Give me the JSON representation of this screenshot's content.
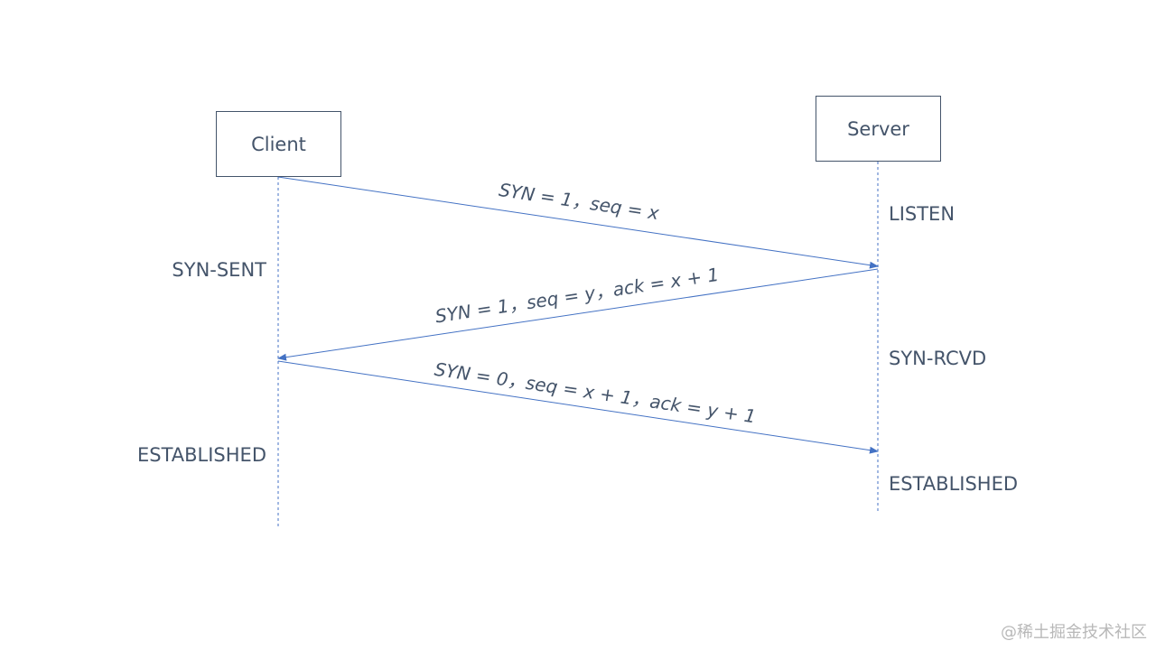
{
  "actors": {
    "client": "Client",
    "server": "Server"
  },
  "messages": [
    {
      "label": "SYN = 1，seq = x",
      "from": "client",
      "to": "server"
    },
    {
      "label": "SYN = 1，seq = y，ack = x + 1",
      "from": "server",
      "to": "client"
    },
    {
      "label": "SYN = 0，seq = x + 1，ack = y + 1",
      "from": "client",
      "to": "server"
    }
  ],
  "client_states": [
    "SYN-SENT",
    "ESTABLISHED"
  ],
  "server_states": [
    "LISTEN",
    "SYN-RCVD",
    "ESTABLISHED"
  ],
  "watermark": "@稀土掘金技术社区",
  "colors": {
    "line": "#4472c4",
    "text": "#44546a",
    "watermark": "#b8b8b8"
  }
}
